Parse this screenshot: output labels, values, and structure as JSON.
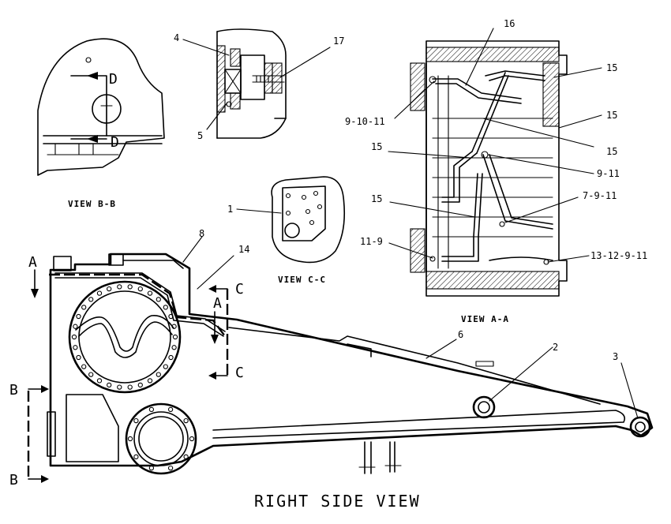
{
  "titles": {
    "right_side_view": "RIGHT SIDE VIEW",
    "view_bb": "VIEW B-B",
    "view_cc": "VIEW C-C",
    "view_aa": "VIEW A-A"
  },
  "section_letters": {
    "a_left": "A",
    "a_right": "A",
    "b_top": "B",
    "b_bottom": "B",
    "c_top": "C",
    "c_bottom": "C",
    "d_top": "D",
    "d_bottom": "D"
  },
  "callouts": {
    "c1": "1",
    "c2": "2",
    "c3": "3",
    "c4": "4",
    "c5": "5",
    "c6": "6",
    "c8": "8",
    "c14": "14",
    "c16": "16",
    "c17": "17",
    "c15a": "15",
    "c15b": "15",
    "c15c": "15",
    "c15d": "15",
    "c15e": "15",
    "c9_10_11": "9-10-11",
    "c9_11": "9-11",
    "c7_9_11": "7-9-11",
    "c11_9": "11-9",
    "c13_12_9_11": "13-12-9-11"
  }
}
